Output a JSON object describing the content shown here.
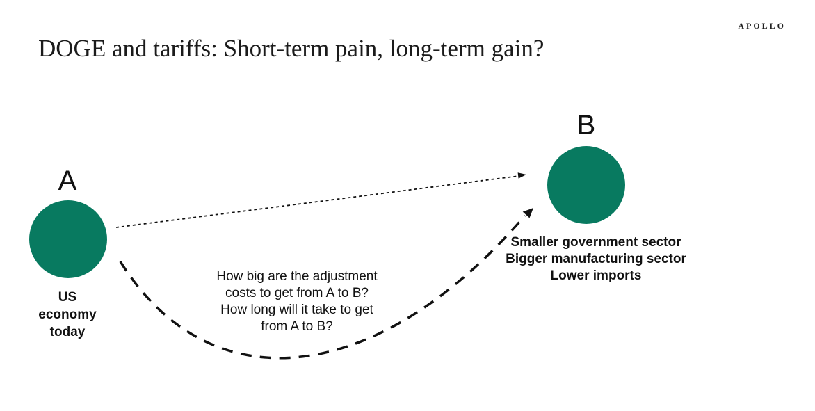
{
  "page": {
    "brand": "APOLLO",
    "title": "DOGE and tariffs: Short-term pain, long-term gain?"
  },
  "colors": {
    "circle_green": "#087A60",
    "ink": "#111111",
    "title_ink": "#1b1b1b"
  },
  "diagram": {
    "node_a": {
      "label": "A",
      "caption_lines": [
        "US",
        "economy",
        "today"
      ]
    },
    "node_b": {
      "label": "B",
      "caption_lines": [
        "Smaller government sector",
        "Bigger manufacturing sector",
        "Lower imports"
      ]
    },
    "question_lines": [
      "How big are the adjustment",
      "costs to get from A to B?",
      "How long will it take to get",
      "from A to B?"
    ],
    "arrows": [
      {
        "name": "direct-path",
        "style": "thin-dashed-straight",
        "from": "A",
        "to": "B"
      },
      {
        "name": "adjustment-path",
        "style": "thick-dashed-curve",
        "from": "A",
        "to": "B"
      }
    ]
  }
}
